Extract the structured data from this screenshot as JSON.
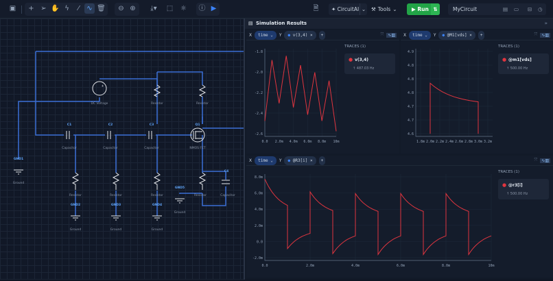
{
  "toolbar": {
    "left_icons": [
      "sidebar-toggle-icon",
      "plus-icon",
      "pointer-icon",
      "hand-icon",
      "lightning-icon",
      "probe-icon",
      "waveform-icon",
      "trash-icon",
      "zoom-out-icon",
      "zoom-in-icon",
      "download-icon",
      "select-box-icon",
      "sun-icon",
      "info-icon",
      "play-icon"
    ],
    "active_tool": "waveform-icon",
    "ai_label": "CircuitAI",
    "tools_label": "Tools",
    "run_label": "Run",
    "circuit_name": "MyCircuit",
    "run_color": "#22a447",
    "accent": "#3b82f6"
  },
  "schematic": {
    "components": [
      {
        "ref": "",
        "label": "DC Voltage"
      },
      {
        "ref": "",
        "label": "Resistor"
      },
      {
        "ref": "",
        "label": "Resistor"
      },
      {
        "ref": "C1",
        "label": "Capacitor"
      },
      {
        "ref": "C2",
        "label": "Capacitor"
      },
      {
        "ref": "C3",
        "label": "Capacitor"
      },
      {
        "ref": "Q1",
        "label": "NMOS FET"
      },
      {
        "ref": "GND1",
        "label": "Ground"
      },
      {
        "ref": "",
        "label": "Resistor"
      },
      {
        "ref": "",
        "label": "Resistor"
      },
      {
        "ref": "",
        "label": "Resistor"
      },
      {
        "ref": "GND2",
        "label": "Ground"
      },
      {
        "ref": "GND3",
        "label": "Ground"
      },
      {
        "ref": "GND4",
        "label": "Ground"
      },
      {
        "ref": "GND5",
        "label": "Ground"
      },
      {
        "ref": "",
        "label": "Resistor"
      },
      {
        "ref": "C4",
        "label": "Capacitor"
      }
    ],
    "wire_color": "#3b6fd6"
  },
  "results": {
    "title": "Simulation Results",
    "x_label": "X",
    "y_label": "Y",
    "traces_label": "TRACES (1)",
    "trace_color": "#e0353f"
  },
  "chart_data": [
    {
      "type": "line",
      "x_select": "time",
      "y_select": "v(3,4)",
      "trace": "v(3,4)",
      "freq": "↑ 487.03 Hz",
      "x": [
        0,
        1,
        2,
        3,
        4,
        5,
        6,
        7,
        8,
        9,
        10
      ],
      "x_unit": "ms",
      "y": [
        -2.45,
        -1.86,
        -2.28,
        -1.82,
        -2.32,
        -1.91,
        -2.39,
        -1.98,
        -2.45,
        -2.06,
        -2.55
      ],
      "xlim": [
        0,
        10
      ],
      "ylim": [
        -2.6,
        -1.75
      ],
      "xticks": [
        "0.0",
        "2.0m",
        "4.0m",
        "6.0m",
        "8.0m",
        "10m"
      ],
      "yticks": [
        "-1.8",
        "-2.0",
        "-2.2",
        "-2.4",
        "-2.6"
      ],
      "grid": true
    },
    {
      "type": "line",
      "x_select": "time",
      "y_select": "@M1[vds]",
      "trace": "@m1[vds]",
      "freq": "↑ 500.00 Hz",
      "x": [
        2.0,
        2.0,
        3.0,
        3.0
      ],
      "x_unit": "ms",
      "y": [
        4.6,
        4.79,
        4.72,
        4.6
      ],
      "xlim": [
        1.7,
        3.3
      ],
      "ylim": [
        4.59,
        4.92
      ],
      "xticks": [
        "1.8m",
        "2.0m",
        "2.2m",
        "2.4m",
        "2.6m",
        "2.8m",
        "3.0m",
        "3.2m"
      ],
      "yticks": [
        "4.9",
        "4.8",
        "4.8",
        "4.8",
        "4.7",
        "4.7",
        "4.6"
      ],
      "grid": true
    },
    {
      "type": "line",
      "x_select": "time",
      "y_select": "@R3[i]",
      "trace": "@r3[i]",
      "freq": "↑ 500.00 Hz",
      "segments": [
        [
          0,
          7.6,
          1,
          4.5
        ],
        [
          1,
          -0.6,
          2,
          1.2
        ],
        [
          2,
          6.1,
          3,
          3.9
        ],
        [
          3,
          -1.2,
          4,
          0.9
        ],
        [
          4,
          5.9,
          5,
          3.8
        ],
        [
          5,
          -1.3,
          6,
          0.9
        ],
        [
          6,
          5.9,
          7,
          3.8
        ],
        [
          7,
          -1.3,
          8,
          0.9
        ],
        [
          8,
          5.9,
          9,
          3.8
        ],
        [
          9,
          -1.3,
          10,
          0.9
        ]
      ],
      "x_unit": "ms",
      "y_unit": "mA",
      "xlim": [
        0,
        10
      ],
      "ylim": [
        -2,
        8.2
      ],
      "xticks": [
        "0.0",
        "2.0m",
        "4.0m",
        "6.0m",
        "8.0m",
        "10m"
      ],
      "yticks": [
        "8.0m",
        "6.0m",
        "4.0m",
        "2.0m",
        "0.0",
        "-2.0m"
      ],
      "grid": true
    }
  ]
}
